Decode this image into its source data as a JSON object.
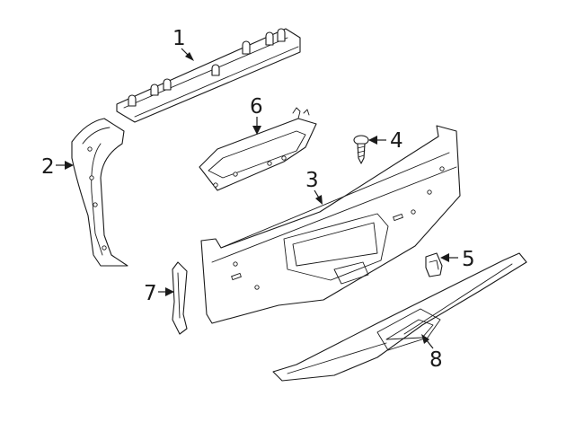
{
  "diagram": {
    "callouts": [
      {
        "id": "1",
        "label": "1"
      },
      {
        "id": "2",
        "label": "2"
      },
      {
        "id": "3",
        "label": "3"
      },
      {
        "id": "4",
        "label": "4"
      },
      {
        "id": "5",
        "label": "5"
      },
      {
        "id": "6",
        "label": "6"
      },
      {
        "id": "7",
        "label": "7"
      },
      {
        "id": "8",
        "label": "8"
      }
    ],
    "colors": {
      "line": "#1a1a1a",
      "background": "#ffffff"
    }
  }
}
